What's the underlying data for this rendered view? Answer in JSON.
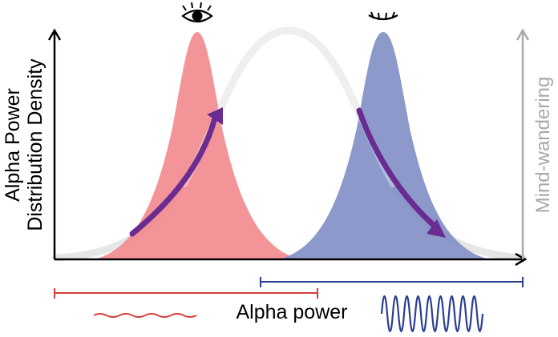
{
  "figure": {
    "y_axis_left_label_line1": "Alpha Power",
    "y_axis_left_label_line2": "Distribution Density",
    "y_axis_right_label": "Mind-wandering",
    "x_axis_label": "Alpha power",
    "icons": {
      "left_peak": "open-eye-icon",
      "right_peak": "closed-eye-icon"
    },
    "colors": {
      "red_distribution": "#f28b8f",
      "blue_distribution": "#8290c6",
      "gray_distribution": "#e8e8e8",
      "purple_arrow": "#6a2c91",
      "red_range": "#d83c3c",
      "blue_range": "#2b3f92",
      "right_axis_gray": "#a9a9a9"
    }
  }
}
